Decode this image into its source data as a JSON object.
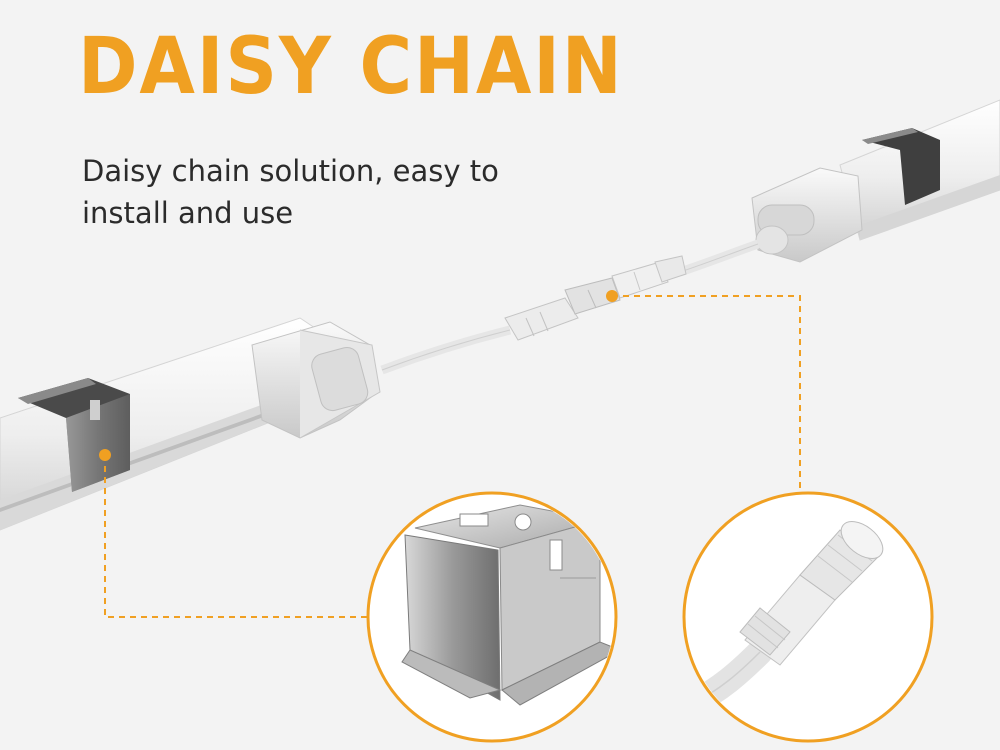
{
  "header": {
    "title": "DAISY CHAIN",
    "description": "Daisy chain solution, easy to install and use"
  },
  "colors": {
    "accent": "#f0a022",
    "background": "#f3f3f3",
    "text": "#2b2b2b"
  },
  "illustration": {
    "callouts": [
      "mounting-bracket-detail",
      "waterproof-connector-detail"
    ]
  }
}
